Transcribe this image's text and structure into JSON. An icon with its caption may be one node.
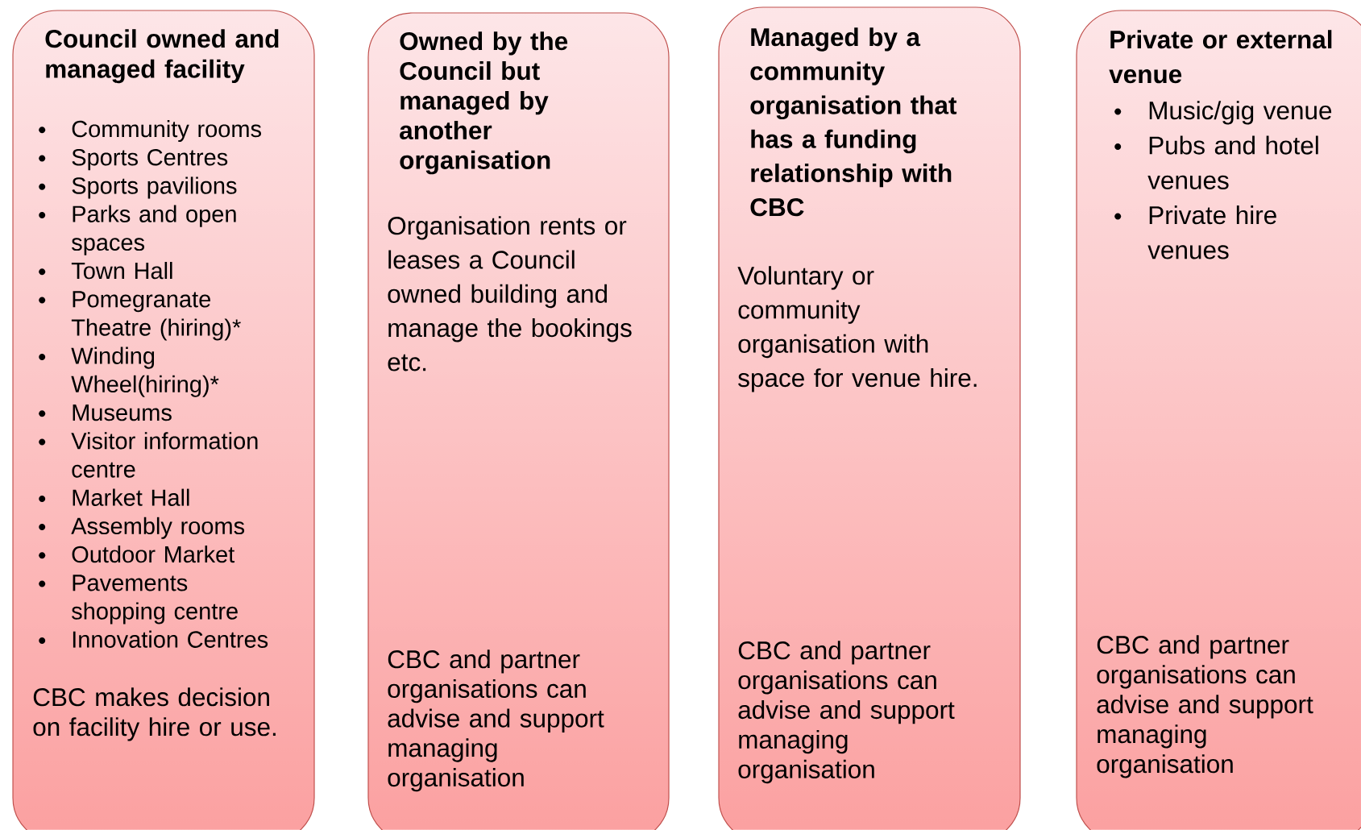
{
  "diagram": {
    "nodes": [
      {
        "text": [
          "Council owned and managed facility",
          "Community rooms",
          "Sports Centres",
          "Sports pavilions",
          "Parks and open spaces",
          "Town Hall",
          "Pomegranate Theatre (hiring)*",
          "Winding Wheel(hiring)*",
          "Museums",
          "Visitor information centre",
          "Market Hall",
          "Assembly rooms",
          "Outdoor Market",
          "Pavements shopping centre",
          "Innovation Centres",
          "CBC makes decision on facility hire or use."
        ]
      },
      {
        "text": [
          "Owned by the Council but managed by another organisation",
          "Organisation rents or leases a Council owned building and manage the bookings etc.",
          "CBC and partner organisations can advise and support managing organisation"
        ]
      },
      {
        "text": [
          "Managed by a community organisation that has a funding relationship with CBC",
          "Voluntary or community organisation with space for venue hire.",
          "CBC and partner organisations can advise and support managing organisation"
        ]
      },
      {
        "text": [
          "Private or external venue",
          "Music/gig venue",
          "Pubs and hotel venues",
          "Private hire venues",
          "CBC and partner organisations can advise and support managing organisation"
        ]
      }
    ]
  }
}
